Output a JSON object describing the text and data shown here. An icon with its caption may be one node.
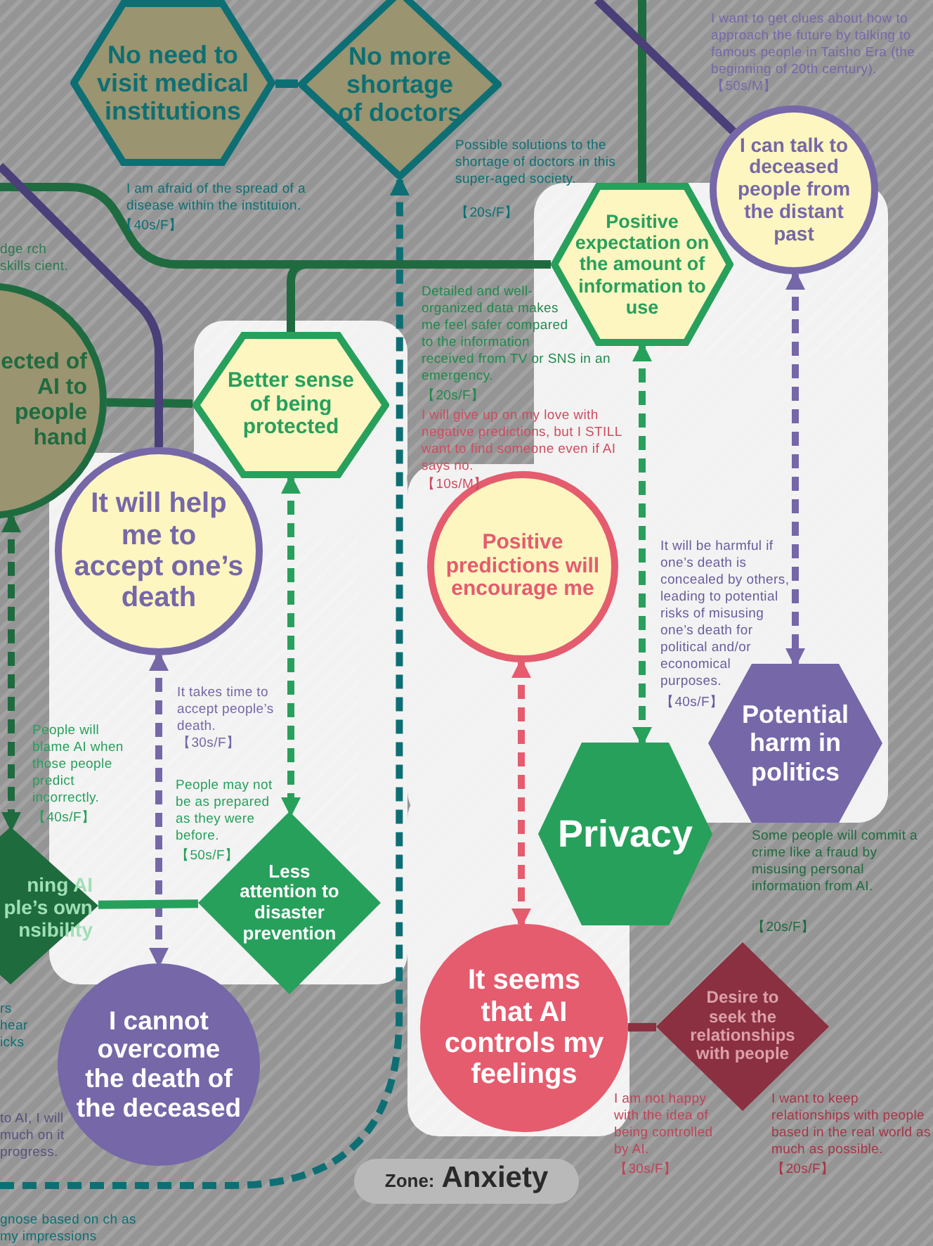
{
  "diagram": {
    "nodes": [
      {
        "text": [
          "No need to visit medical institutions"
        ],
        "beside": [
          "I am afraid of the spread of a disease within the instituion.",
          "【40s/F】"
        ]
      },
      {
        "text": [
          "No more shortage of doctors"
        ],
        "beside": [
          "Possible solutions to the shortage of doctors in this super-aged society.",
          "【20s/F】"
        ]
      },
      {
        "text": [
          "ected of AI to people hand"
        ]
      },
      {
        "text": [
          "Better sense of being protected"
        ]
      },
      {
        "text": [
          "Positive expectation on the amount of information to use"
        ]
      },
      {
        "text": [
          "I can talk to deceased people from the distant past"
        ],
        "beside": [
          "I want to get clues about how to approach the future by talking to famous people in Taisho Era (the beginning of 20th century).",
          "【50s/M】"
        ]
      },
      {
        "text": [
          "It will help me to accept one’s death"
        ]
      },
      {
        "text": [
          "Positive predictions will encourage me"
        ]
      },
      {
        "text": [
          "Potential harm in politics"
        ]
      },
      {
        "text": [
          "Privacy"
        ]
      },
      {
        "text": [
          "ning AI ple’s own nsibility"
        ]
      },
      {
        "text": [
          "Less attention to disaster prevention"
        ]
      },
      {
        "text": [
          "I cannot overcome the death of the deceased"
        ]
      },
      {
        "text": [
          "It seems that AI controls my feelings"
        ]
      },
      {
        "text": [
          "Desire to seek the relationships with people"
        ]
      }
    ],
    "edges": [
      {
        "from": 0,
        "to": 1,
        "arrow": "none",
        "color": "#0d6f73"
      },
      {
        "from": null,
        "to": 1,
        "arrow": "to",
        "style": "dashed",
        "color": "#0d6f73"
      },
      {
        "from": null,
        "to": 4,
        "arrow": "none",
        "color": "#1f6b40"
      },
      {
        "from": null,
        "to": 3,
        "arrow": "none",
        "color": "#1f6b40"
      },
      {
        "from": null,
        "to": 4,
        "arrow": "none",
        "color": "#1f6b40"
      },
      {
        "from": 2,
        "to": 3,
        "arrow": "none",
        "color": "#1f6b40"
      },
      {
        "from": null,
        "to": 6,
        "arrow": "none",
        "color": "#4a3f78"
      },
      {
        "from": null,
        "to": 5,
        "arrow": "none",
        "color": "#4a3f78"
      },
      {
        "from": 2,
        "to": 10,
        "arrow": "both",
        "style": "dashed",
        "color": "#1f6b40"
      },
      {
        "from": 6,
        "to": 12,
        "arrow": "both",
        "style": "dashed",
        "color": "#7667a8"
      },
      {
        "from": 3,
        "to": 11,
        "arrow": "both",
        "style": "dashed",
        "color": "#27a05c"
      },
      {
        "from": 10,
        "to": 11,
        "arrow": "none",
        "color": "#27a05c"
      },
      {
        "from": 4,
        "to": 9,
        "arrow": "both",
        "style": "dashed",
        "color": "#27a05c"
      },
      {
        "from": 5,
        "to": 8,
        "arrow": "both",
        "style": "dashed",
        "color": "#7667a8"
      },
      {
        "from": 7,
        "to": 13,
        "arrow": "both",
        "style": "dashed",
        "color": "#e45c6e"
      },
      {
        "from": 13,
        "to": 14,
        "arrow": "none",
        "color": "#8a3040"
      }
    ],
    "labels": [
      "dge rch skills cient.",
      "Detailed and well-organized data makes me feel safer compared to the information received from TV or SNS in an emergency.",
      "【20s/F】",
      "I will give up on my love with negative predictions, but I STILL want to find someone even if AI says no.",
      "【10s/M】",
      "It will be harmful if one’s death is concealed by others, leading to potential risks of misusing one’s death for political and/or economical purposes.",
      "【40s/F】",
      "People will blame AI when those people predict incorrectly.",
      "【40s/F】",
      "It takes time to accept people’s death.",
      "【30s/F】",
      "People may not be as prepared as they were before.",
      "【50s/F】",
      "Some people will commit a crime like a fraud by misusing personal information from AI.",
      "【20s/F】",
      "rs hear icks",
      "to AI, I will much on it progress.",
      "I am not happy with the idea of being controlled by AI.",
      "【30s/F】",
      "I want to keep relationships with people based in the real world as much as possible.",
      "【20s/F】",
      "gnose based on ch as my impressions",
      "Zone:",
      "Anxiety"
    ]
  }
}
